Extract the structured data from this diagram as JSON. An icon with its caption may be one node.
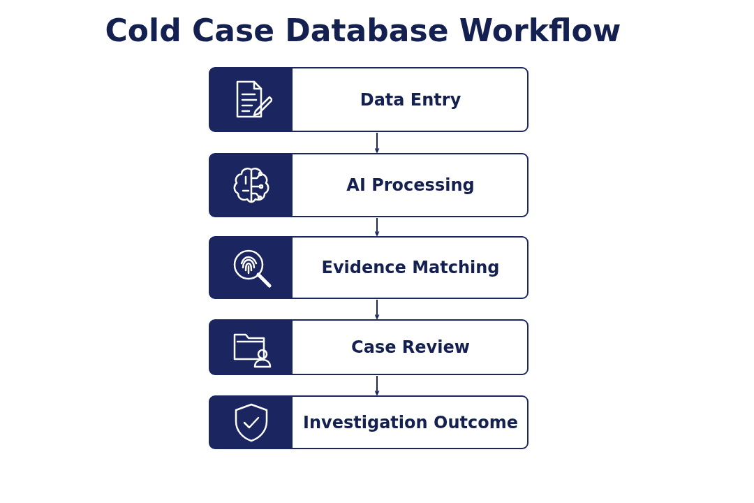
{
  "diagram": {
    "title": "Cold Case Database Workflow",
    "nodes": [
      {
        "text": [
          "Data Entry"
        ]
      },
      {
        "text": [
          "AI Processing"
        ]
      },
      {
        "text": [
          "Evidence Matching"
        ]
      },
      {
        "text": [
          "Case Review"
        ]
      },
      {
        "text": [
          "Investigation Outcome"
        ]
      }
    ],
    "edges": [
      {
        "from": 0,
        "to": 1,
        "arrow": "to"
      },
      {
        "from": 1,
        "to": 2,
        "arrow": "to"
      },
      {
        "from": 2,
        "to": 3,
        "arrow": "to"
      },
      {
        "from": 3,
        "to": 4,
        "arrow": "to"
      }
    ]
  }
}
